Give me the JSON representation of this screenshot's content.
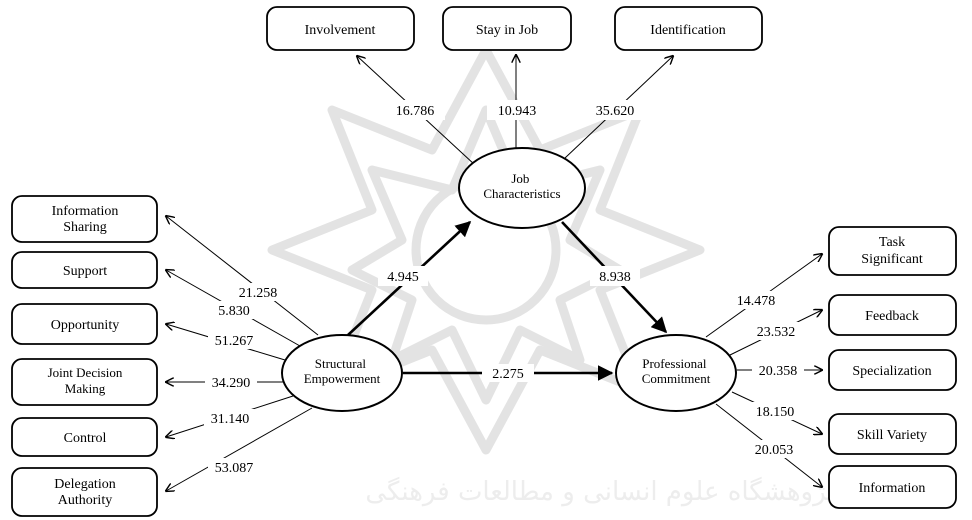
{
  "nodes": {
    "job_characteristics": "Job Characteristics",
    "structural_empowerment": "Structural Empowerment",
    "professional_commitment": "Professional Commitment"
  },
  "top_indicators": [
    {
      "label": "Involvement",
      "value": "16.786"
    },
    {
      "label": "Stay in Job",
      "value": "10.943"
    },
    {
      "label": "Identification",
      "value": "35.620"
    }
  ],
  "left_indicators": [
    {
      "label": "Information Sharing",
      "value": "21.258"
    },
    {
      "label": "Support",
      "value": "5.830"
    },
    {
      "label": "Opportunity",
      "value": "51.267"
    },
    {
      "label": "Joint Decision Making",
      "value": "34.290"
    },
    {
      "label": "Control",
      "value": "31.140"
    },
    {
      "label": "Delegation Authority",
      "value": "53.087"
    }
  ],
  "right_indicators": [
    {
      "label": "Task Significant",
      "value": "14.478"
    },
    {
      "label": "Feedback",
      "value": "23.532"
    },
    {
      "label": "Specialization",
      "value": "20.358"
    },
    {
      "label": "Skill Variety",
      "value": "18.150"
    },
    {
      "label": "Information",
      "value": "20.053"
    }
  ],
  "paths": [
    {
      "name": "empowerment-to-job",
      "value": "4.945"
    },
    {
      "name": "job-to-commitment",
      "value": "8.938"
    },
    {
      "name": "empowerment-to-commitment",
      "value": "2.275"
    }
  ],
  "watermark_text": "پژوهشگاه علوم انسانی و مطالعات فرهنگی"
}
